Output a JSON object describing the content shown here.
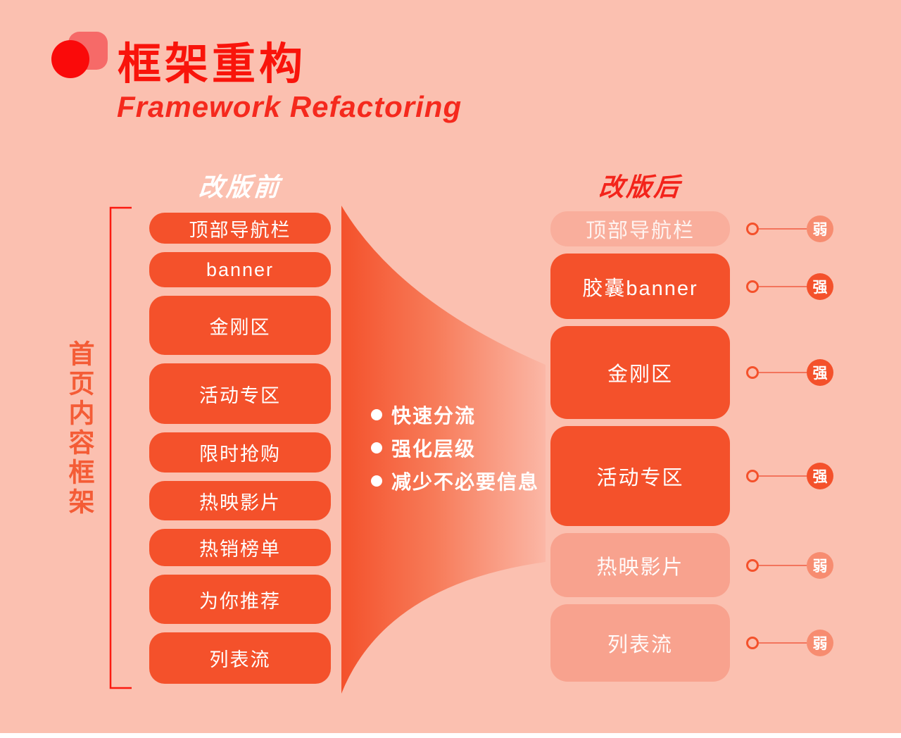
{
  "header": {
    "title": "框架重构",
    "subtitle": "Framework Refactoring"
  },
  "left_panel": {
    "heading": "改版前",
    "side_label": "首页内容框架",
    "items": [
      {
        "label": "顶部导航栏"
      },
      {
        "label": "banner"
      },
      {
        "label": "金刚区"
      },
      {
        "label": "活动专区"
      },
      {
        "label": "限时抢购"
      },
      {
        "label": "热映影片"
      },
      {
        "label": "热销榜单"
      },
      {
        "label": "为你推荐"
      },
      {
        "label": "列表流"
      }
    ]
  },
  "funnel": {
    "points": [
      {
        "label": "快速分流"
      },
      {
        "label": "强化层级"
      },
      {
        "label": "减少不必要信息"
      }
    ]
  },
  "right_panel": {
    "heading": "改版后",
    "items": [
      {
        "label": "顶部导航栏",
        "badge": "弱",
        "emphasis": "weak"
      },
      {
        "label": "胶囊banner",
        "badge": "强",
        "emphasis": "strong"
      },
      {
        "label": "金刚区",
        "badge": "强",
        "emphasis": "strong"
      },
      {
        "label": "活动专区",
        "badge": "强",
        "emphasis": "strong"
      },
      {
        "label": "热映影片",
        "badge": "弱",
        "emphasis": "weak"
      },
      {
        "label": "列表流",
        "badge": "弱",
        "emphasis": "weak"
      }
    ]
  },
  "colors": {
    "background": "#FBC0B0",
    "accent_orange": "#F4512B",
    "weak_badge": "#F78C70",
    "title_red": "#F9140B",
    "bracket_red": "#FB1A10"
  }
}
